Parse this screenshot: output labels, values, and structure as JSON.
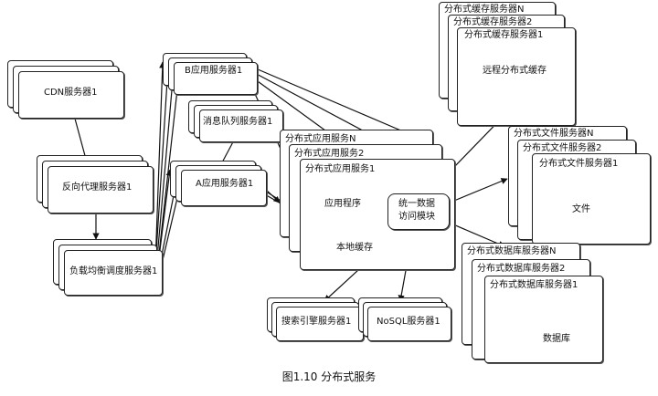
{
  "nodes": {
    "cdn": "CDN服务器1",
    "reverse_proxy": "反向代理服务器1",
    "load_balancer": "负载均衡调度服务器1",
    "app_b": "B应用服务器1",
    "message_queue": "消息队列服务器1",
    "app_a": "A应用服务器1",
    "dist_app_n": "分布式应用服务N",
    "dist_app_2": "分布式应用服务2",
    "dist_app_1": "分布式应用服务1",
    "application": "应用程序",
    "local_cache": "本地缓存",
    "unified_access_line1": "统一数据",
    "unified_access_line2": "访问模块",
    "cache_n": "分布式缓存服务器N",
    "cache_2": "分布式缓存服务器2",
    "cache_1": "分布式缓存服务器1",
    "remote_cache": "远程分布式缓存",
    "file_n": "分布式文件服务器N",
    "file_2": "分布式文件服务器2",
    "file_1": "分布式文件服务器1",
    "file": "文件",
    "db_n": "分布式数据库服务器N",
    "db_2": "分布式数据库服务器2",
    "db_1": "分布式数据库服务器1",
    "database": "数据库",
    "search": "搜索引擎服务器1",
    "nosql": "NoSQL服务器1"
  },
  "caption": "图1.10 分布式服务"
}
